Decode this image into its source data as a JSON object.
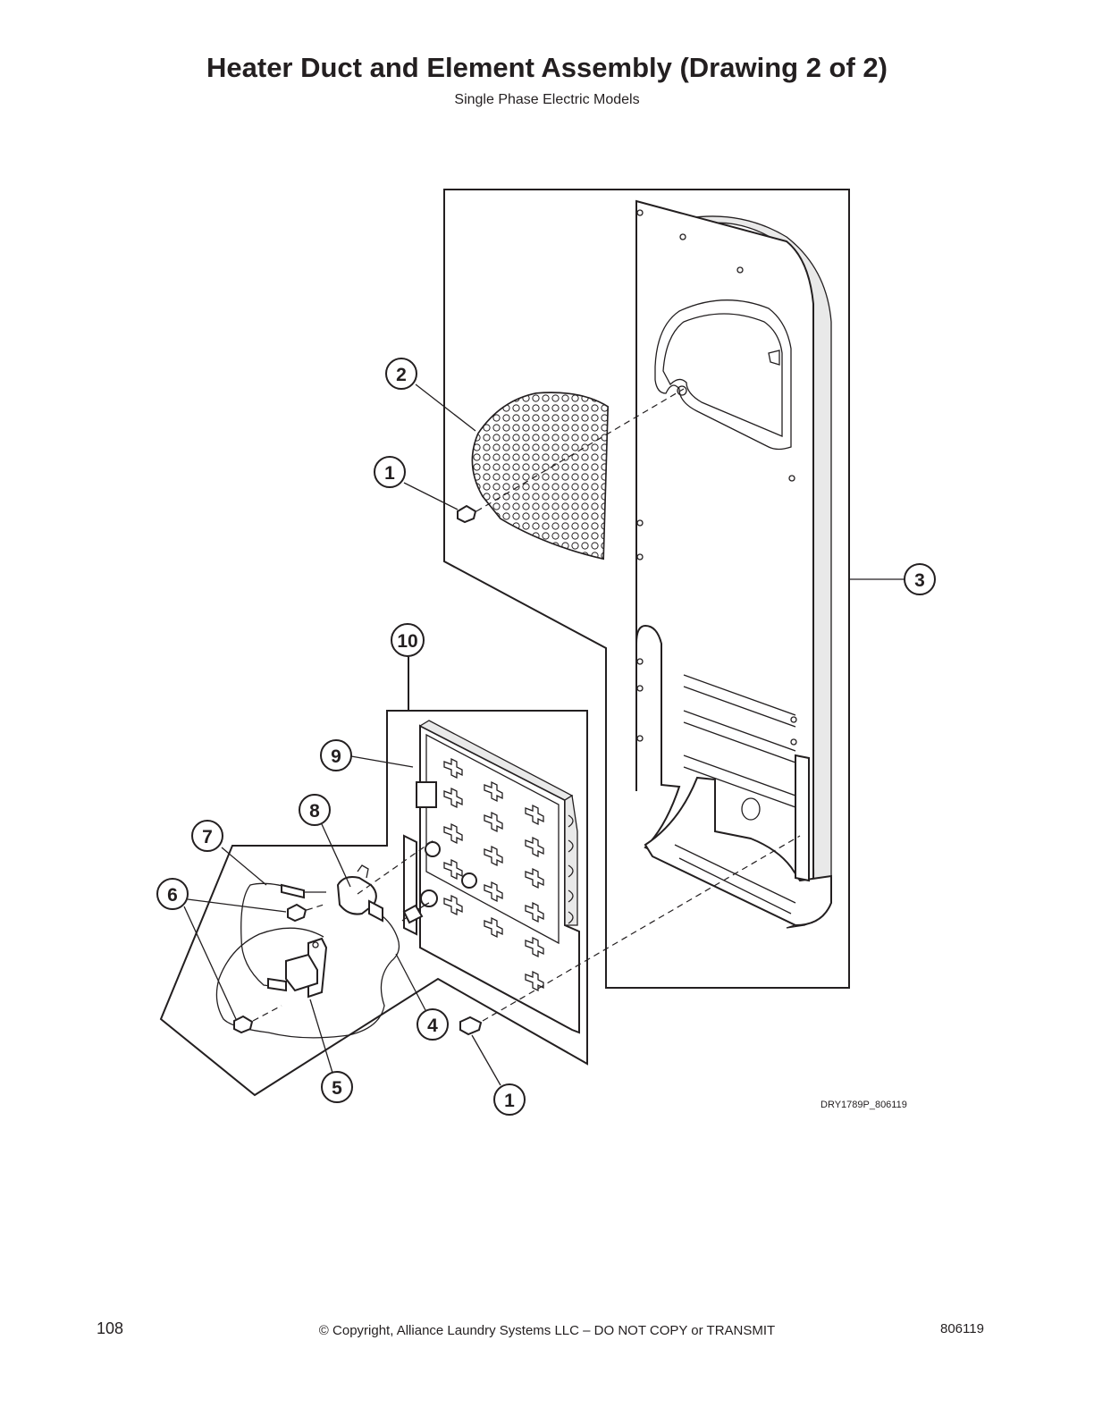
{
  "title": "Heater Duct and Element Assembly (Drawing 2 of 2)",
  "subtitle": "Single Phase Electric Models",
  "callouts": [
    "1",
    "2",
    "1",
    "3",
    "10",
    "9",
    "8",
    "7",
    "6",
    "5",
    "4"
  ],
  "drawing_code": "DRY1789P_806119",
  "footer": {
    "page_number": "108",
    "copyright": "© Copyright, Alliance Laundry Systems LLC – DO NOT COPY or TRANSMIT",
    "doc_number": "806119"
  }
}
